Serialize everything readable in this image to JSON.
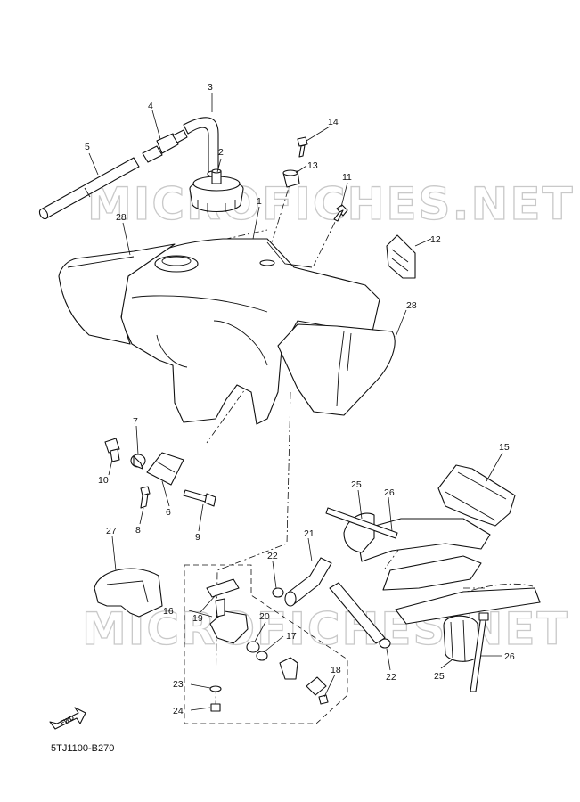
{
  "diagram": {
    "watermark": "MICROFICHES.NET",
    "fwd_label": "FWD",
    "code": "5TJ1100-B270",
    "callouts": {
      "c1": "1",
      "c2": "2",
      "c3": "3",
      "c4": "4",
      "c5": "5",
      "c6": "6",
      "c7": "7",
      "c8": "8",
      "c9": "9",
      "c10": "10",
      "c11": "11",
      "c12": "12",
      "c13": "13",
      "c14": "14",
      "c15": "15",
      "c16": "16",
      "c17": "17",
      "c18": "18",
      "c19": "19",
      "c20": "20",
      "c21": "21",
      "c22a": "22",
      "c22b": "22",
      "c23": "23",
      "c24": "24",
      "c25a": "25",
      "c25b": "25",
      "c26a": "26",
      "c26b": "26",
      "c27": "27",
      "c28a": "28",
      "c28b": "28"
    }
  }
}
